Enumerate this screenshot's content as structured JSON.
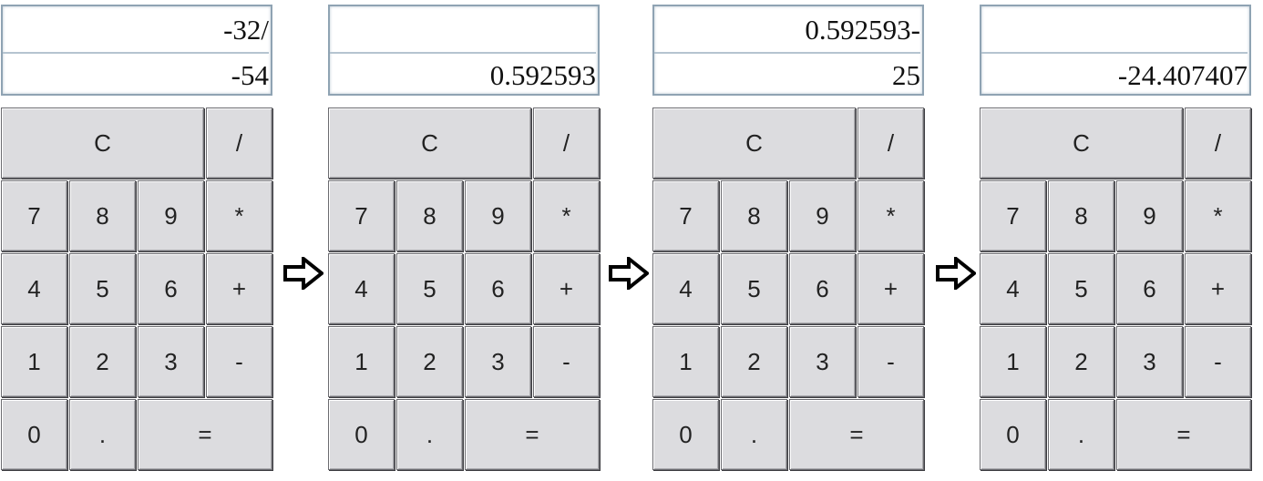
{
  "keys": {
    "clear": "C",
    "divide": "/",
    "multiply": "*",
    "plus": "+",
    "minus": "-",
    "k7": "7",
    "k8": "8",
    "k9": "9",
    "k4": "4",
    "k5": "5",
    "k6": "6",
    "k1": "1",
    "k2": "2",
    "k3": "3",
    "k0": "0",
    "dot": ".",
    "equals": "="
  },
  "icons": {
    "step_arrow": "right-arrow-icon"
  },
  "calculators": [
    {
      "line1": "-32/",
      "line2": "-54"
    },
    {
      "line1": "",
      "line2": "0.592593"
    },
    {
      "line1": "0.592593-",
      "line2": "25"
    },
    {
      "line1": "",
      "line2": "-24.407407"
    }
  ]
}
